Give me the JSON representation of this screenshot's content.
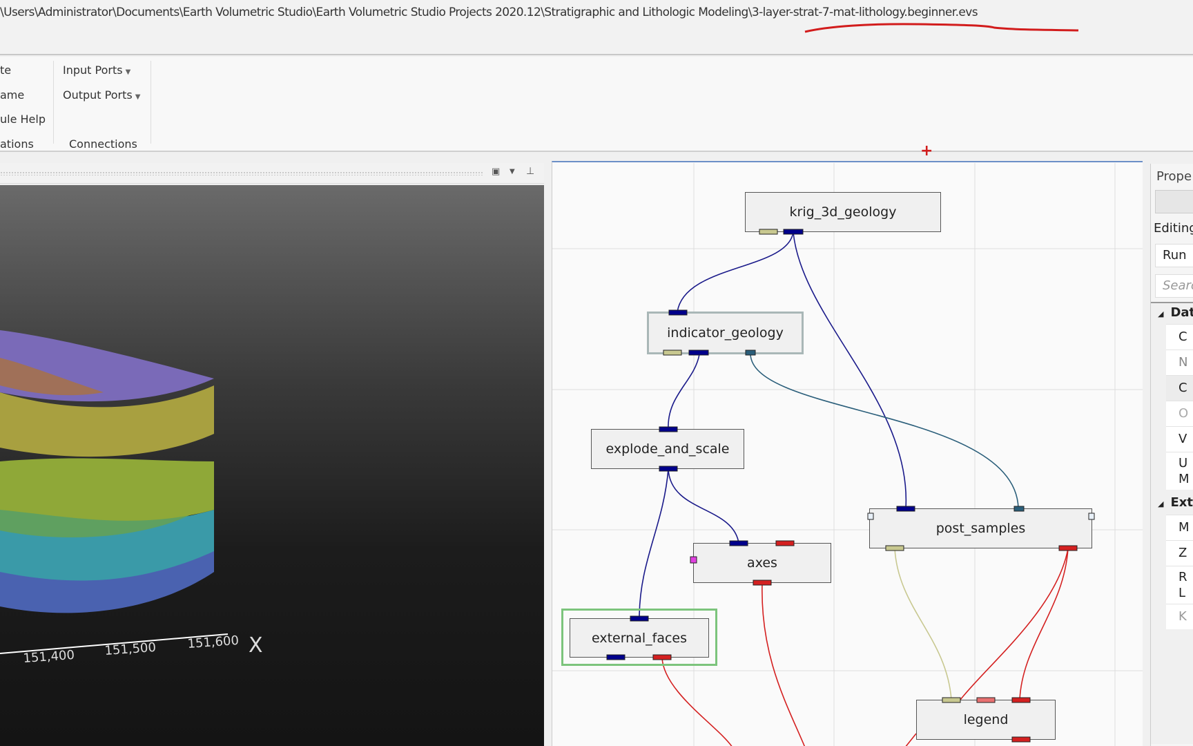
{
  "title": {
    "path": "\\Users\\Administrator\\Documents\\Earth Volumetric Studio\\Earth Volumetric Studio Projects 2020.12\\Stratigraphic and Lithologic Modeling\\3-layer-strat-7-mat-lithology.beginner.evs"
  },
  "ribbon": {
    "left_items": [
      "te",
      "ame",
      "ule Help"
    ],
    "left_group": "ations",
    "input_ports": "Input Ports",
    "output_ports": "Output Ports",
    "connections_group": "Connections"
  },
  "viewer": {
    "axis_ticks": [
      "151,400",
      "151,500",
      "151,600"
    ],
    "axis_label": "X"
  },
  "network": {
    "modules": {
      "krig": "krig_3d_geology",
      "indicator": "indicator_geology",
      "explode": "explode_and_scale",
      "axes": "axes",
      "post": "post_samples",
      "external": "external_faces",
      "legend": "legend"
    },
    "colors": {
      "field": "#00008b",
      "geo": "#2a5e7a",
      "render": "#d42020",
      "number": "#c8c890",
      "selected": "#6cbf6c"
    }
  },
  "properties": {
    "title": "Prope",
    "editing": "Editing",
    "run": "Run",
    "search_placeholder": "Searc",
    "section1": "Dat",
    "section1_rows": [
      "C",
      "N",
      "C",
      "O",
      "V",
      "U",
      "M"
    ],
    "section2": "Ext",
    "section2_rows": [
      "M",
      "Z",
      "R",
      "L",
      "K"
    ]
  }
}
